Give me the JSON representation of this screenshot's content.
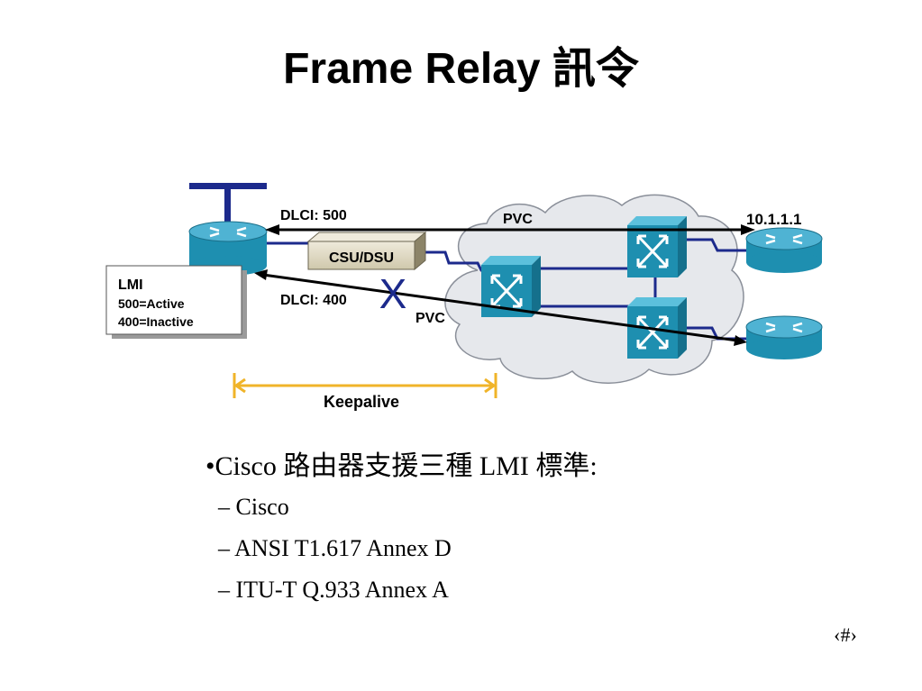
{
  "title": "Frame Relay 訊令",
  "diagram": {
    "dlci_500": "DLCI: 500",
    "dlci_400": "DLCI: 400",
    "pvc_top": "PVC",
    "pvc_bottom": "PVC",
    "csu_dsu": "CSU/DSU",
    "ip_address": "10.1.1.1",
    "failure_mark": "X",
    "keepalive": "Keepalive",
    "lmi_box": {
      "title": "LMI",
      "line1": "500=Active",
      "line2": "400=Inactive"
    },
    "colors": {
      "device_blue": "#1e8fb0",
      "link_navy": "#1c2a8c",
      "cloud_fill": "#e6e8ec",
      "keepalive": "#f0b429",
      "failure_x": "#1c2a8c",
      "csu_body": "#d8d2b8"
    }
  },
  "bullets": {
    "main": "•Cisco 路由器支援三種 LMI 標準:",
    "items": [
      "– Cisco",
      "– ANSI T1.617 Annex D",
      "– ITU-T Q.933 Annex A"
    ]
  },
  "slide_number": "‹#›"
}
